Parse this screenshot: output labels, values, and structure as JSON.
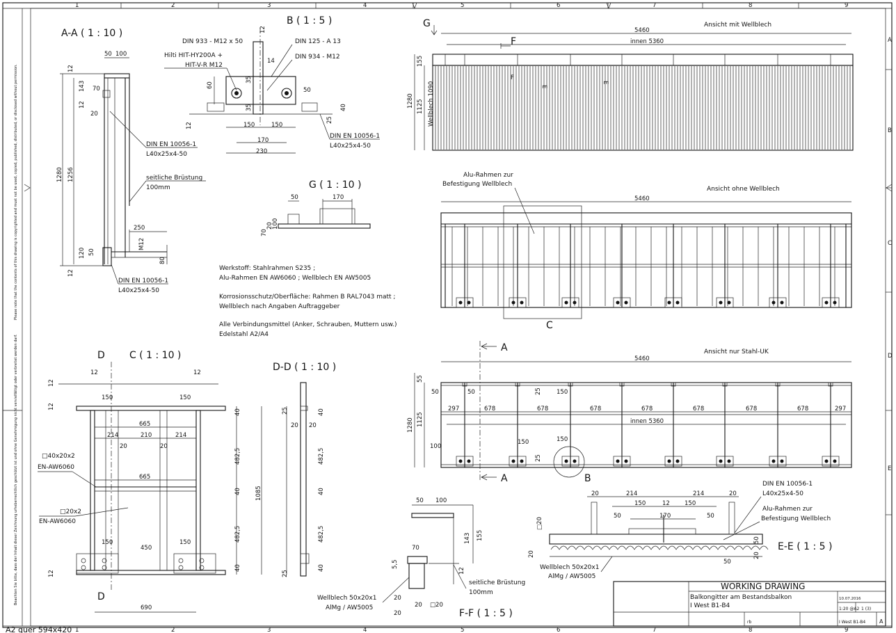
{
  "border": {
    "columns": [
      "1",
      "2",
      "3",
      "4",
      "5",
      "6",
      "7",
      "8",
      "9"
    ],
    "rows": [
      "A",
      "B",
      "C",
      "D",
      "E"
    ],
    "sheet_format": "A2 quer  594x420"
  },
  "views": {
    "aa": {
      "title": "A-A ( 1 : 10 )",
      "dims": {
        "d50": "50",
        "d100": "100",
        "d12a": "12",
        "d143": "143",
        "d70": "70",
        "d12b": "12",
        "d20": "20",
        "d1280": "1280",
        "d1256": "1256",
        "d250": "250",
        "dM12": "M12",
        "d120": "120",
        "d50b": "50",
        "d80": "80",
        "d12c": "12"
      },
      "labels": {
        "din1": "DIN EN 10056-1",
        "l1": "L40x25x4-50",
        "brus": "seitliche Brüstung",
        "brus_mm": "100mm",
        "din2": "DIN EN 10056-1",
        "l2": "L40x25x4-50"
      }
    },
    "b": {
      "title": "B ( 1 : 5 )",
      "labels": {
        "din933": "DIN 933 - M12  x 50",
        "hilti1": "Hilti HIT-HY200A +",
        "hilti2": "HIT-V-R M12",
        "din125": "DIN 125 - A 13",
        "din934": "DIN 934 - M12",
        "din_b": "DIN EN 10056-1",
        "l_b": "L40x25x4-50"
      },
      "dims": {
        "d12": "12",
        "d14": "14",
        "d60": "60",
        "d35a": "35",
        "d35b": "35",
        "d50": "50",
        "d40": "40",
        "d12b": "12",
        "d25": "25",
        "d150a": "150",
        "d150b": "150",
        "d170": "170",
        "d230": "230"
      }
    },
    "g": {
      "title": "G ( 1 : 10 )",
      "dims": {
        "d50": "50",
        "d170": "170",
        "d70": "70",
        "d20": "20",
        "d100": "100"
      }
    },
    "notes": {
      "werkstoff": "Werkstoff: Stahlrahmen S235 ;",
      "alu": "Alu-Rahmen EN AW6060 ; Wellblech EN AW5005",
      "korr": "Korrosionsschutz/Oberfläche: Rahmen B RAL7043 matt ;",
      "well": "Wellblech nach Angaben Auftraggeber",
      "verb": "Alle Verbindungsmittel (Anker, Schrauben, Muttern usw.)",
      "edel": "Edelstahl A2/A4"
    },
    "c": {
      "title": "C ( 1 : 10 )",
      "marker_d": "D",
      "dims": {
        "d12a": "12",
        "d12b": "12",
        "d12c": "12",
        "d12d": "12",
        "d150a": "150",
        "d150b": "150",
        "d665a": "665",
        "d214a": "214",
        "d210": "210",
        "d214b": "214",
        "d20a": "20",
        "d20b": "20",
        "d665b": "665",
        "d40a": "40",
        "d4825a": "482,5",
        "d40b": "40",
        "d1085": "1085",
        "d4825b": "482,5",
        "d40c": "40",
        "d150c": "150",
        "d450": "450",
        "d150d": "150",
        "d690": "690",
        "d12e": "12"
      },
      "labels": {
        "sq40": "□40x20x2",
        "en1": "EN-AW6060",
        "sq20": "□20x2",
        "en2": "EN-AW6060"
      }
    },
    "dd": {
      "title": "D-D ( 1 : 10 )",
      "dims": {
        "d25a": "25",
        "d40a": "40",
        "d20a": "20",
        "d20b": "20",
        "d4825a": "482,5",
        "d40b": "40",
        "d4825b": "482,5",
        "d40c": "40",
        "d25b": "25"
      }
    },
    "ff": {
      "title": "F-F ( 1 : 5 )",
      "dims": {
        "d50": "50",
        "d100": "100",
        "d143": "143",
        "d155": "155",
        "d70": "70",
        "d55": "5,5",
        "d12": "12",
        "d20a": "20",
        "d20b": "20",
        "d20c": "20",
        "dsq": "□20"
      },
      "labels": {
        "brus": "seitliche Brüstung",
        "mm": "100mm",
        "well": "Wellblech 50x20x1",
        "almg": "AlMg / AW5005"
      }
    },
    "ee": {
      "title": "E-E ( 1 : 5 )",
      "dims": {
        "d20a": "20",
        "d214a": "214",
        "d214b": "214",
        "d20b": "20",
        "d150a": "150",
        "d12": "12",
        "d150b": "150",
        "d50a": "50",
        "d170": "170",
        "d50b": "50",
        "d20c": "20",
        "d120": "□20",
        "d50c": "50",
        "d20d": "20",
        "d50d": "50"
      },
      "labels": {
        "din": "DIN EN 10056-1",
        "l": "L40x25x4-50",
        "alu1": "Alu-Rahmen zur",
        "alu2": "Befestigung Wellblech",
        "well": "Wellblech 50x20x1",
        "almg": "AlMg / AW5005"
      }
    },
    "mit": {
      "title": "Ansicht mit Wellblech",
      "marker_g": "G",
      "marker_f": "F",
      "marker_f2": "F",
      "marker_e": "E",
      "marker_e2": "E",
      "dims": {
        "d5460": "5460",
        "innen": "innen 5360",
        "d155": "155",
        "d1280": "1280",
        "d1125": "1125",
        "well": "Wellblech 1090"
      }
    },
    "ohne": {
      "title": "Ansicht ohne Wellblech",
      "d5460": "5460",
      "alu1": "Alu-Rahmen zur",
      "alu2": "Befestigung Wellblech",
      "marker_c": "C"
    },
    "stahl": {
      "title": "Ansicht nur Stahl-UK",
      "dims": {
        "d5460": "5460",
        "d55": "55",
        "d1280": "1280",
        "d1125": "1125",
        "d50a": "50",
        "d50b": "50",
        "d25a": "25",
        "d150a": "150",
        "d297a": "297",
        "d678a": "678",
        "d678b": "678",
        "d678c": "678",
        "d678d": "678",
        "d678e": "678",
        "d678f": "678",
        "d297b": "297",
        "innen": "innen 5360",
        "d100": "100",
        "d150b": "150",
        "d150c": "150",
        "d25b": "25"
      },
      "markers": {
        "a1": "A",
        "a2": "A",
        "b": "B"
      }
    }
  },
  "title_block": {
    "heading": "WORKING DRAWING",
    "desc1": "Balkongitter am Bestandsbalkon",
    "desc2": "I West B1-B4",
    "date": "10.07.2016",
    "scale": "1:20 @A2",
    "sheet": "1 (3)",
    "drawn": "rb",
    "ref": "I West B1-B4",
    "rev": "A"
  },
  "side_notes": {
    "left_en": "Please note that the contents of this drawing is copyrighted and must not be used, copied, published, distributed, or disclosed without permission.",
    "left_de": "Beachten Sie bitte, dass der Inhalt dieser Zeichnung urheberrechtlich geschützt ist und ohne Genehmigung nicht vervielfältigt oder verbreitet werden darf."
  }
}
